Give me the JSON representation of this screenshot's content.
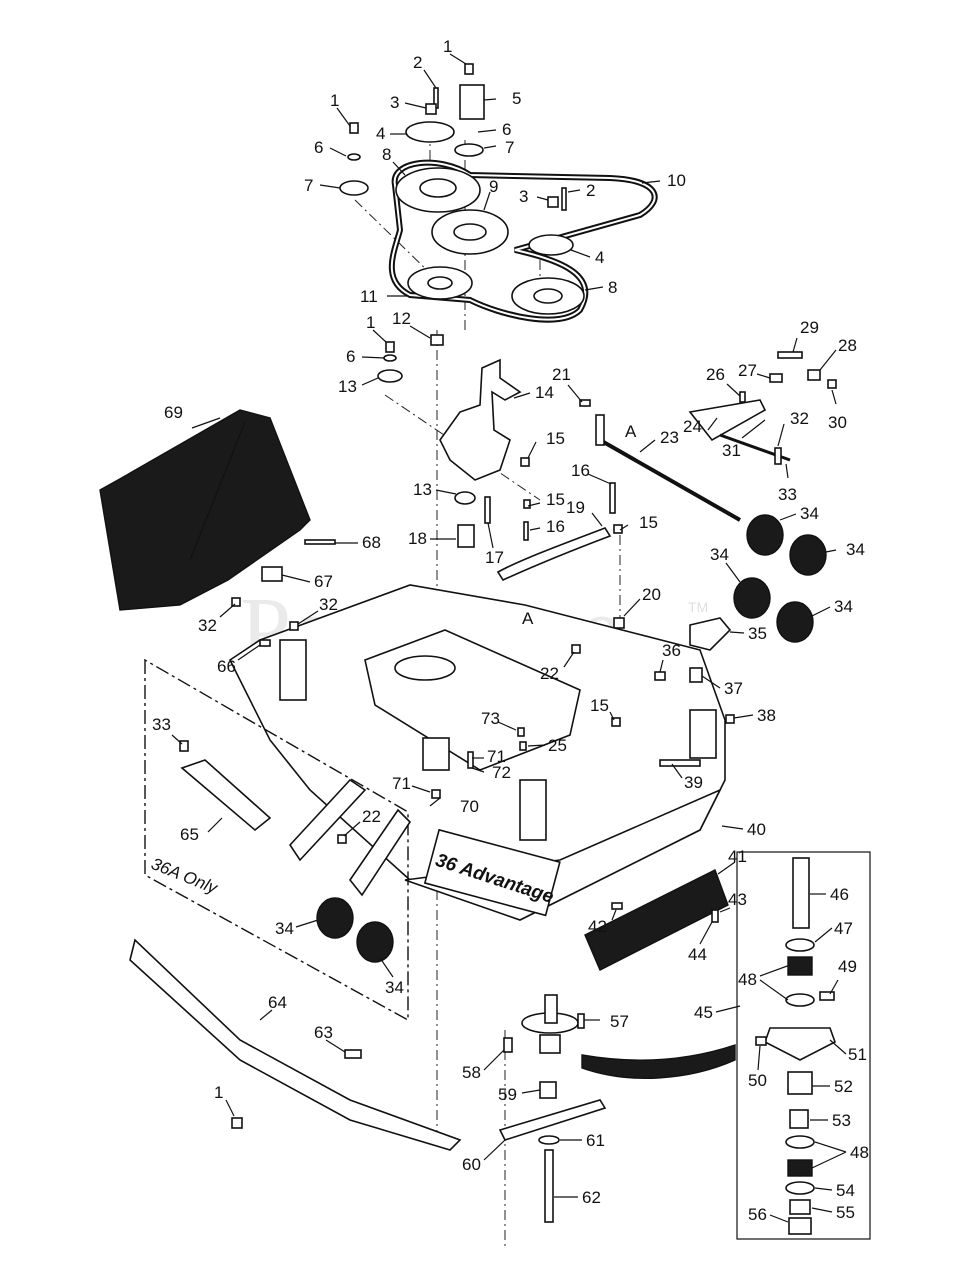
{
  "watermark": "PartsTree",
  "watermark_tm": "TM",
  "deck_label": "36 Advantage",
  "variant_label": "36A Only",
  "section_letter": "A",
  "callouts": {
    "c1": "1",
    "c2": "2",
    "c3": "3",
    "c4": "4",
    "c5": "5",
    "c6": "6",
    "c7": "7",
    "c8": "8",
    "c9": "9",
    "c10": "10",
    "c11": "11",
    "c12": "12",
    "c13": "13",
    "c14": "14",
    "c15": "15",
    "c16": "16",
    "c17": "17",
    "c18": "18",
    "c19": "19",
    "c20": "20",
    "c21": "21",
    "c22": "22",
    "c23": "23",
    "c24": "24",
    "c25": "25",
    "c26": "26",
    "c27": "27",
    "c28": "28",
    "c29": "29",
    "c30": "30",
    "c31": "31",
    "c32": "32",
    "c33": "33",
    "c34": "34",
    "c35": "35",
    "c36": "36",
    "c37": "37",
    "c38": "38",
    "c39": "39",
    "c40": "40",
    "c41": "41",
    "c42": "42",
    "c43": "43",
    "c44": "44",
    "c45": "45",
    "c46": "46",
    "c47": "47",
    "c48": "48",
    "c49": "49",
    "c50": "50",
    "c51": "51",
    "c52": "52",
    "c53": "53",
    "c54": "54",
    "c55": "55",
    "c56": "56",
    "c57": "57",
    "c58": "58",
    "c59": "59",
    "c60": "60",
    "c61": "61",
    "c62": "62",
    "c63": "63",
    "c64": "64",
    "c65": "65",
    "c66": "66",
    "c67": "67",
    "c68": "68",
    "c69": "69",
    "c70": "70",
    "c71": "71",
    "c72": "72",
    "c73": "73"
  }
}
